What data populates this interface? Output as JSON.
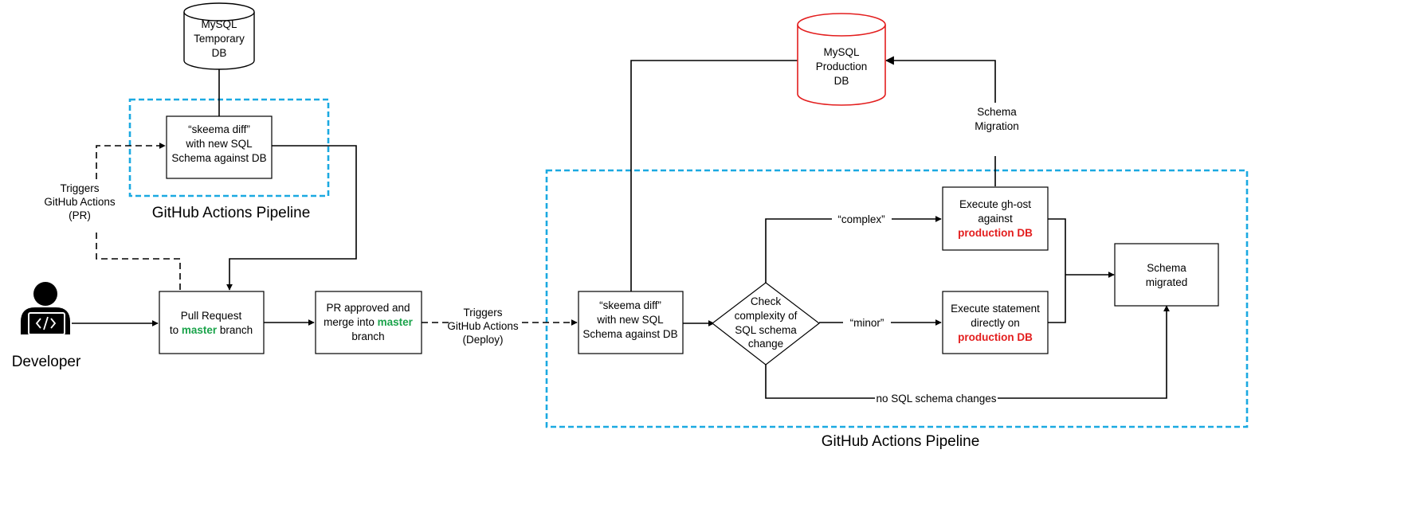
{
  "databases": {
    "temp": {
      "line1": "MySQL",
      "line2": "Temporary",
      "line3": "DB"
    },
    "prod": {
      "line1": "MySQL",
      "line2": "Production",
      "line3": "DB",
      "color": "#e31e1e"
    }
  },
  "pipelines": {
    "pr": {
      "label": "GitHub Actions Pipeline",
      "color": "#1ba9e1"
    },
    "deploy": {
      "label": "GitHub Actions Pipeline",
      "color": "#1ba9e1"
    }
  },
  "nodes": {
    "skeema_pr": {
      "line1": "“skeema diff”",
      "line2": "with new SQL",
      "line3": "Schema against DB"
    },
    "pull_request": {
      "line1": "Pull Request",
      "line2_a": "to ",
      "line2_b": "master",
      "line2_c": " branch"
    },
    "pr_approved": {
      "line1": "PR approved and",
      "line2_a": "merge into ",
      "line2_b": "master",
      "line3": "branch"
    },
    "skeema_deploy": {
      "line1": "“skeema diff”",
      "line2": "with new SQL",
      "line3": "Schema against DB"
    },
    "decision": {
      "line1": "Check",
      "line2": "complexity of",
      "line3": "SQL schema",
      "line4": "change"
    },
    "gh_ost": {
      "line1": "Execute gh-ost",
      "line2": "against",
      "line3": "production DB"
    },
    "exec_direct": {
      "line1": "Execute statement",
      "line2": "directly on",
      "line3": "production DB"
    },
    "migrated": {
      "line1": "Schema",
      "line2": "migrated"
    }
  },
  "developer": {
    "label": "Developer",
    "icon": "developer-laptop-icon"
  },
  "edges": {
    "triggers_pr": {
      "line1": "Triggers",
      "line2": "GitHub Actions",
      "line3": "(PR)"
    },
    "triggers_deploy": {
      "line1": "Triggers",
      "line2": "GitHub Actions",
      "line3": "(Deploy)"
    },
    "schema_migration": {
      "line1": "Schema",
      "line2": "Migration"
    },
    "complex": "“complex”",
    "minor": "“minor”",
    "no_changes": "no SQL schema changes"
  },
  "colors": {
    "master": "#1aa34a",
    "production": "#e31e1e",
    "pipeline": "#1ba9e1"
  }
}
